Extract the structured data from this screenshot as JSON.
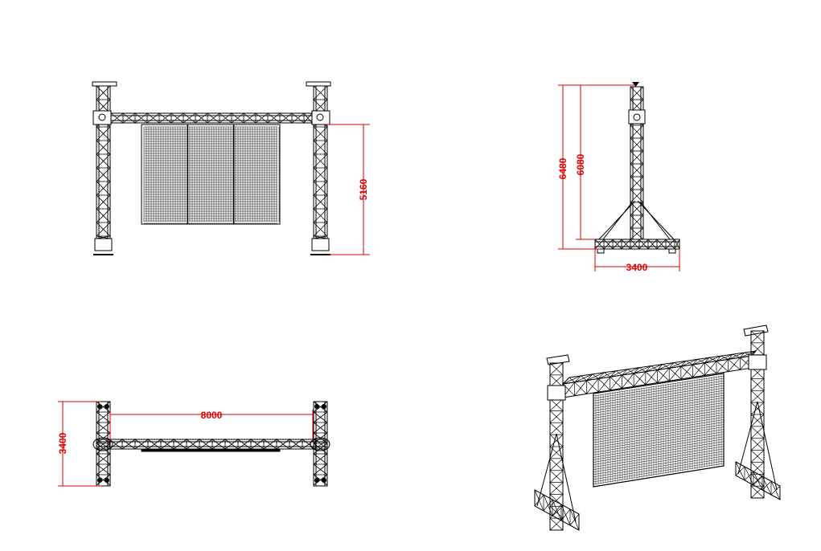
{
  "views": {
    "front": {
      "name": "front-elevation",
      "dimension_height": "5160"
    },
    "side": {
      "name": "side-elevation",
      "dimension_total_height": "6480",
      "dimension_tower_height": "6080",
      "dimension_base_width": "3400"
    },
    "top": {
      "name": "plan-view",
      "dimension_span": "8000",
      "dimension_depth": "3400"
    },
    "perspective": {
      "name": "isometric-view"
    }
  },
  "colors": {
    "dimension": "#e00000",
    "line": "#000000"
  }
}
